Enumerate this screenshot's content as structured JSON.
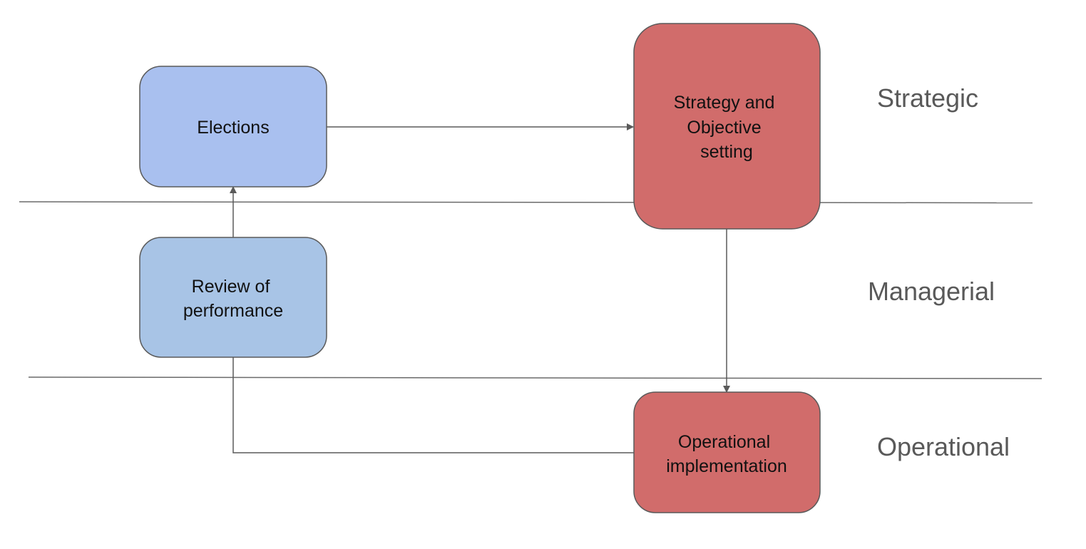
{
  "lanes": {
    "strategic": "Strategic",
    "managerial": "Managerial",
    "operational": "Operational"
  },
  "nodes": {
    "elections": {
      "lines": [
        "Elections"
      ],
      "fill": "#a9c0ef"
    },
    "strategy": {
      "lines": [
        "Strategy and",
        "Objective",
        "setting"
      ],
      "fill": "#d16c6b"
    },
    "review": {
      "lines": [
        "Review of",
        "performance"
      ],
      "fill": "#a8c4e6"
    },
    "operational": {
      "lines": [
        "Operational",
        "implementation"
      ],
      "fill": "#d16c6b"
    }
  },
  "colors": {
    "stroke": "#5a5a5a",
    "divider": "#6b6b6b"
  }
}
